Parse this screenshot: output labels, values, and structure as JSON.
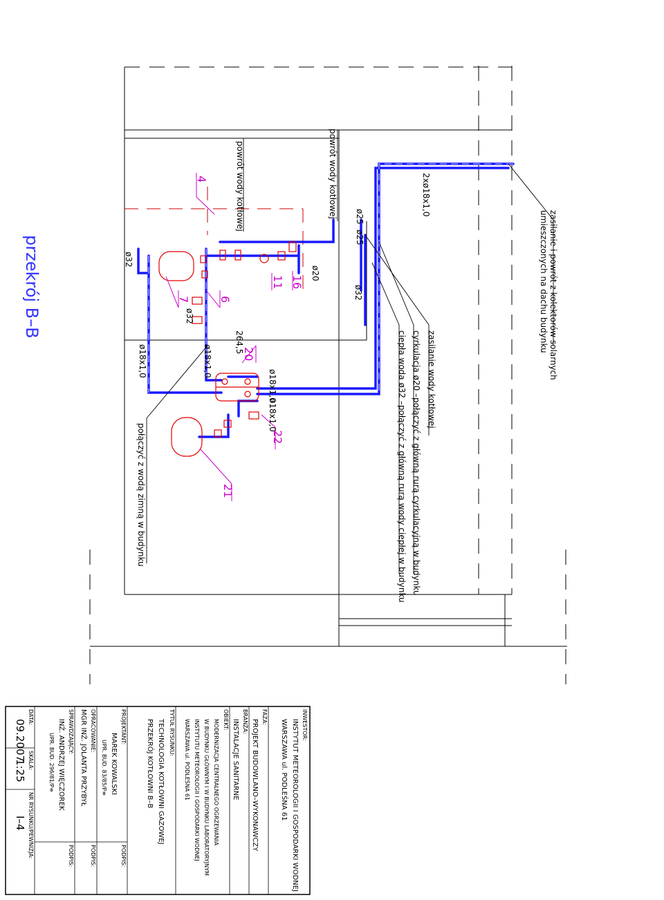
{
  "sheet": {
    "title": "przekrój B–B",
    "colors": {
      "pipe": "#1a1aff",
      "fitting": "#e00000",
      "callout": "#cc00cc",
      "line": "#000000",
      "guide": "#cc0000"
    }
  },
  "annotations": {
    "solar_note_1": "zasilanie i powrót z kolektorów solarnych",
    "solar_note_2": "umieszczonych na dachu budynku",
    "pipe_2x18": "2xø18x1,0",
    "boiler_return_top": "powrót wody kotłowej",
    "boiler_return_left": "powrót wody kotłowej",
    "supply_boiler": "zasilanie wody kotłowej",
    "circulation": "cyrkulacja ø20 –połączyć z główną rurą cyrkulacyjną w budynku",
    "hot_water": "ciepła woda ø32 –połączyć z główną rurą wody ciepłej w budynku",
    "cold_water": "połączyć z wodą zimną w budynku",
    "d25_a": "ø25",
    "d25_b": "ø25",
    "d32_right": "ø32",
    "d20": "ø20",
    "d32_left": "ø32",
    "d32_mid": "ø32",
    "d18_left": "ø18x1,0",
    "d18_mid": "ø18x1,0",
    "d18_hx_top": "ø18x1,0",
    "d18_hx_bottom": "ø18x1,0",
    "dim_264": "264,5"
  },
  "callouts": [
    "4",
    "6",
    "7",
    "11",
    "16",
    "20",
    "21",
    "22"
  ],
  "title_block": {
    "investor_label": "INWESTOR:",
    "investor_line1": "INSTYTUT METEOROLOGII I GOSPODARKI WODNEJ",
    "investor_line2": "WARSZAWA  ul. PODLEŚNA 61",
    "phase_label": "FAZA:",
    "phase_value": "PROJEKT BUDOWLANO–WYKONAWCZY",
    "branch_label": "BRANŻA:",
    "branch_value": "INSTALACJE SANITARNE",
    "object_label": "OBIEKT:",
    "object_line1": "MODERNIZACJA CENTRALNEGO OGRZEWANIA",
    "object_line2": "W BUDYNKU GŁÓWNYM I W BUDYNKU LABORATORYJNYM",
    "object_line3": "INSTYTUTU METEOROLOGII I GOSPODARKI WODNEJ",
    "object_line4": "WARSZAWA  ul. PODLEŚNA 61",
    "drawing_title_label": "TYTUŁ RYSUNKU:",
    "drawing_title_line1": "TECHNOLOGIA KOTŁOWNI GAZOWEJ",
    "drawing_title_line2": "PRZEKRÓJ KOTŁOWNI B–B",
    "designer_label": "PROJEKTANT:",
    "designer_name": "MAREK KOWALSKI",
    "designer_license": "UPR. BUD. 83/85/P≡",
    "designer_sign": "PODPIS:",
    "prepared_label": "OPRACOWANIE:",
    "prepared_name": "MGR INŻ. JOLANTA PRZYBYŁ",
    "prepared_sign": "PODPIS:",
    "checked_label": "SPRAWDZAJĄCY:",
    "checked_name": "INŻ. ANDRZEJ WIĘCZOREK",
    "checked_license": "UPR. BUD. 296/81/P≡",
    "checked_sign": "PODPIS:",
    "date_label": "DATA:",
    "date_value": "09.2007",
    "scale_label": "SKALA:",
    "scale_value": "1:25",
    "drawing_no_label": "NR RYSUNKU/PEWNIZJA:",
    "drawing_no_value": "I–4"
  }
}
